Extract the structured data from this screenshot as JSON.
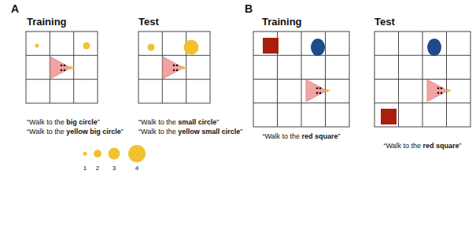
{
  "diagram": {
    "labels": [
      "A",
      "Training",
      "Test",
      "“Walk to the big circle”",
      "“Walk to the yellow big circle”",
      "“Walk to the small circle”",
      "“Walk to the yellow small circle”",
      "1",
      "2",
      "3",
      "4",
      "B",
      "Training",
      "Test",
      "“Walk to the red square”",
      "“Walk to the red square”"
    ]
  }
}
